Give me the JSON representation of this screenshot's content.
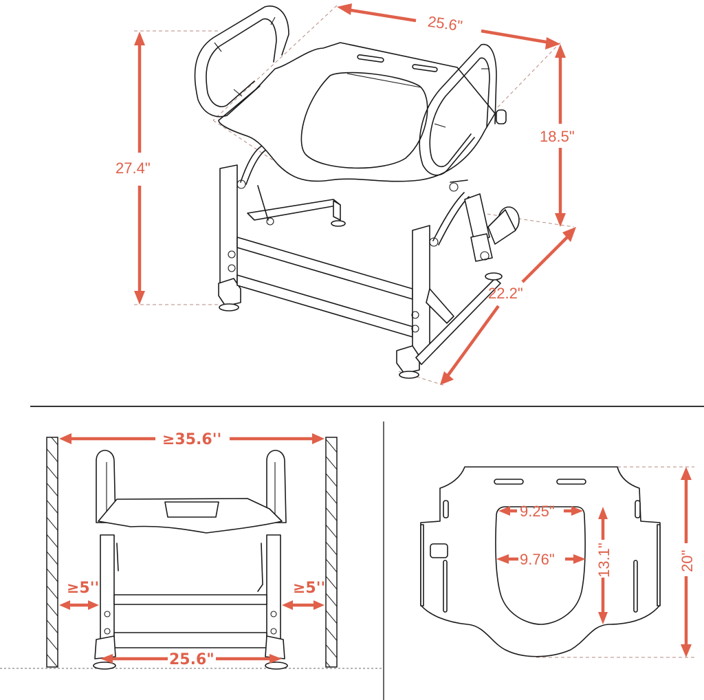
{
  "diagram": {
    "title": "Toilet lift chair dimension diagram",
    "accent_color": "#e0604a",
    "panels": {
      "isometric_view": {
        "dimensions": {
          "width_top": "25.6\"",
          "overall_height": "27.4\"",
          "seat_height": "18.5\"",
          "depth": "22.2\""
        }
      },
      "front_view_installation": {
        "dimensions": {
          "min_wall_clearance": "≥35.6''",
          "left_side_gap": "≥5''",
          "right_side_gap": "≥5''",
          "base_width": "25.6\""
        }
      },
      "top_view_seat_plate": {
        "dimensions": {
          "opening_top_width": "9.25\"",
          "opening_mid_width": "9.76\"",
          "opening_length": "13.1\"",
          "plate_depth": "20\""
        }
      }
    }
  }
}
